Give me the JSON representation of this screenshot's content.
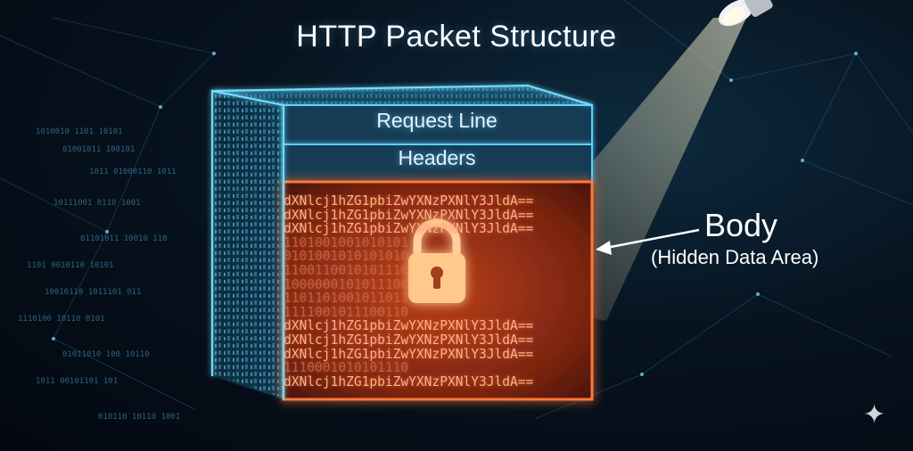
{
  "title": "HTTP Packet Structure",
  "sections": {
    "request_line": "Request Line",
    "headers": "Headers"
  },
  "body": {
    "lines": [
      "dXNlcj1hZG1pbiZwYXNzPXNlY3JldA==",
      "dXNlcj1hZG1pbiZwYXNzPXNlY3JldA==",
      "dXNlcj1hZG1pbiZwYXNzPXNlY3JldA==",
      "1101001001010101",
      "0101001010101010",
      "1100110010101110",
      "1000000101011100",
      "1101101001011011",
      "1111001011100110",
      "dXNlcj1hZG1pbiZwYXNzPXNlY3JldA==",
      "dXNlcj1hZG1pbiZwYXNzPXNlY3JldA==",
      "dXNlcj1hZG1pbiZwYXNzPXNlY3JldA==",
      "1110001010101110",
      "dXNlcj1hZG1pbiZwYXNzPXNlY3JldA=="
    ]
  },
  "callout": {
    "label": "Body",
    "sublabel": "(Hidden Data Area)"
  },
  "icons": {
    "lock": "padlock-icon",
    "spotlight": "spotlight-icon",
    "sparkle": "sparkle-icon"
  },
  "colors": {
    "frame_cyan": "#38c8ff",
    "body_orange": "#ff6a2a",
    "background": "#07131f"
  }
}
